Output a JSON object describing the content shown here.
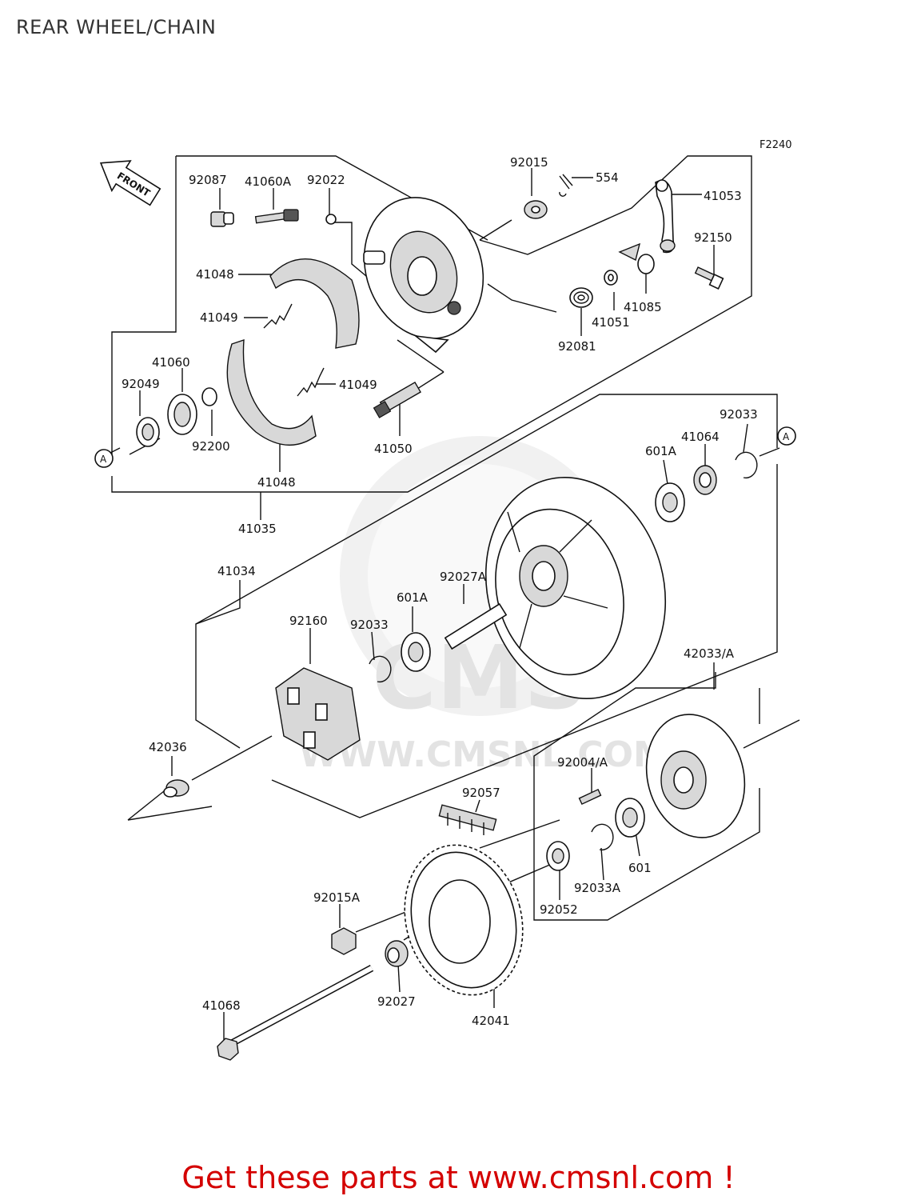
{
  "title": "REAR WHEEL/CHAIN",
  "figure_code": "F2240",
  "front_label": "FRONT",
  "ref_marker": "A",
  "watermark": "CMS",
  "watermark_url": "WWW.CMSNL.COM",
  "footer": "Get these parts at www.cmsnl.com !",
  "colors": {
    "footer": "#d40000",
    "title": "#333333",
    "lines": "#111111"
  },
  "parts": {
    "p92087": "92087",
    "p41060A": "41060A",
    "p92022": "92022",
    "p92015": "92015",
    "p554": "554",
    "p41053": "41053",
    "p92150": "92150",
    "p41048a": "41048",
    "p41049a": "41049",
    "p41049b": "41049",
    "p41060": "41060",
    "p92049": "92049",
    "p92200": "92200",
    "p41048b": "41048",
    "p41050": "41050",
    "p41035": "41035",
    "p41085": "41085",
    "p41051": "41051",
    "p92081": "92081",
    "p92033a": "92033",
    "p41064": "41064",
    "p601Aa": "601A",
    "p41034": "41034",
    "p92027A": "92027A",
    "p601Ab": "601A",
    "p92160": "92160",
    "p92033b": "92033",
    "p42033A": "42033/A",
    "p42036": "42036",
    "p92004A": "92004/A",
    "p92057": "92057",
    "p92015A": "92015A",
    "p601": "601",
    "p92033A": "92033A",
    "p92052": "92052",
    "p41068": "41068",
    "p92027": "92027",
    "p42041": "42041"
  }
}
